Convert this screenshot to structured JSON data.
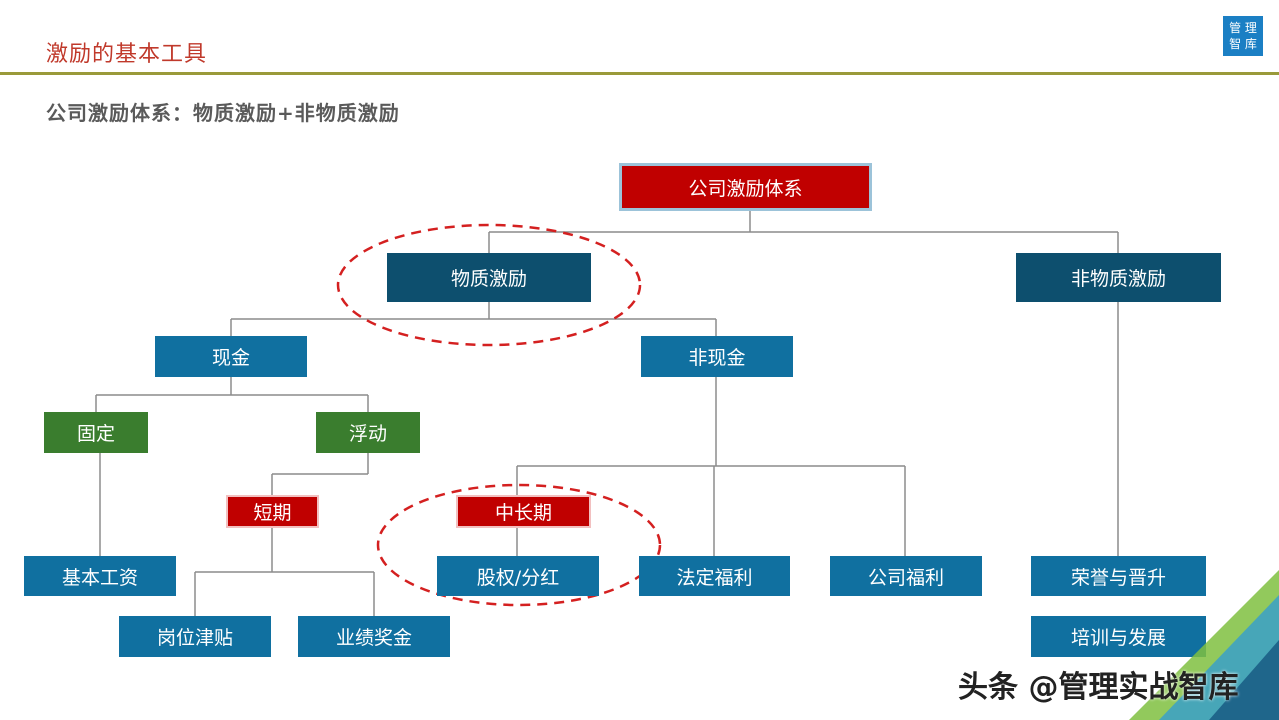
{
  "header": {
    "title": "激励的基本工具",
    "logo_line1": "管 理",
    "logo_line2": "智 库"
  },
  "subtitle": "公司激励体系：物质激励+非物质激励",
  "nodes": {
    "root": "公司激励体系",
    "material": "物质激励",
    "nonmaterial": "非物质激励",
    "cash": "现金",
    "noncash": "非现金",
    "fixed": "固定",
    "floating": "浮动",
    "shortterm": "短期",
    "midlong": "中长期",
    "basesalary": "基本工资",
    "allowance": "岗位津贴",
    "bonus": "业绩奖金",
    "equity": "股权/分红",
    "statutory": "法定福利",
    "companybenefit": "公司福利",
    "honor": "荣誉与晋升",
    "training": "培训与发展"
  },
  "colors": {
    "navy": "#0d4f6e",
    "teal": "#1070a0",
    "green": "#3a7d2e",
    "red": "#c00000",
    "title_red": "#c0392b",
    "rule": "#9a9a3a"
  },
  "watermark": "头条 @管理实战智库"
}
